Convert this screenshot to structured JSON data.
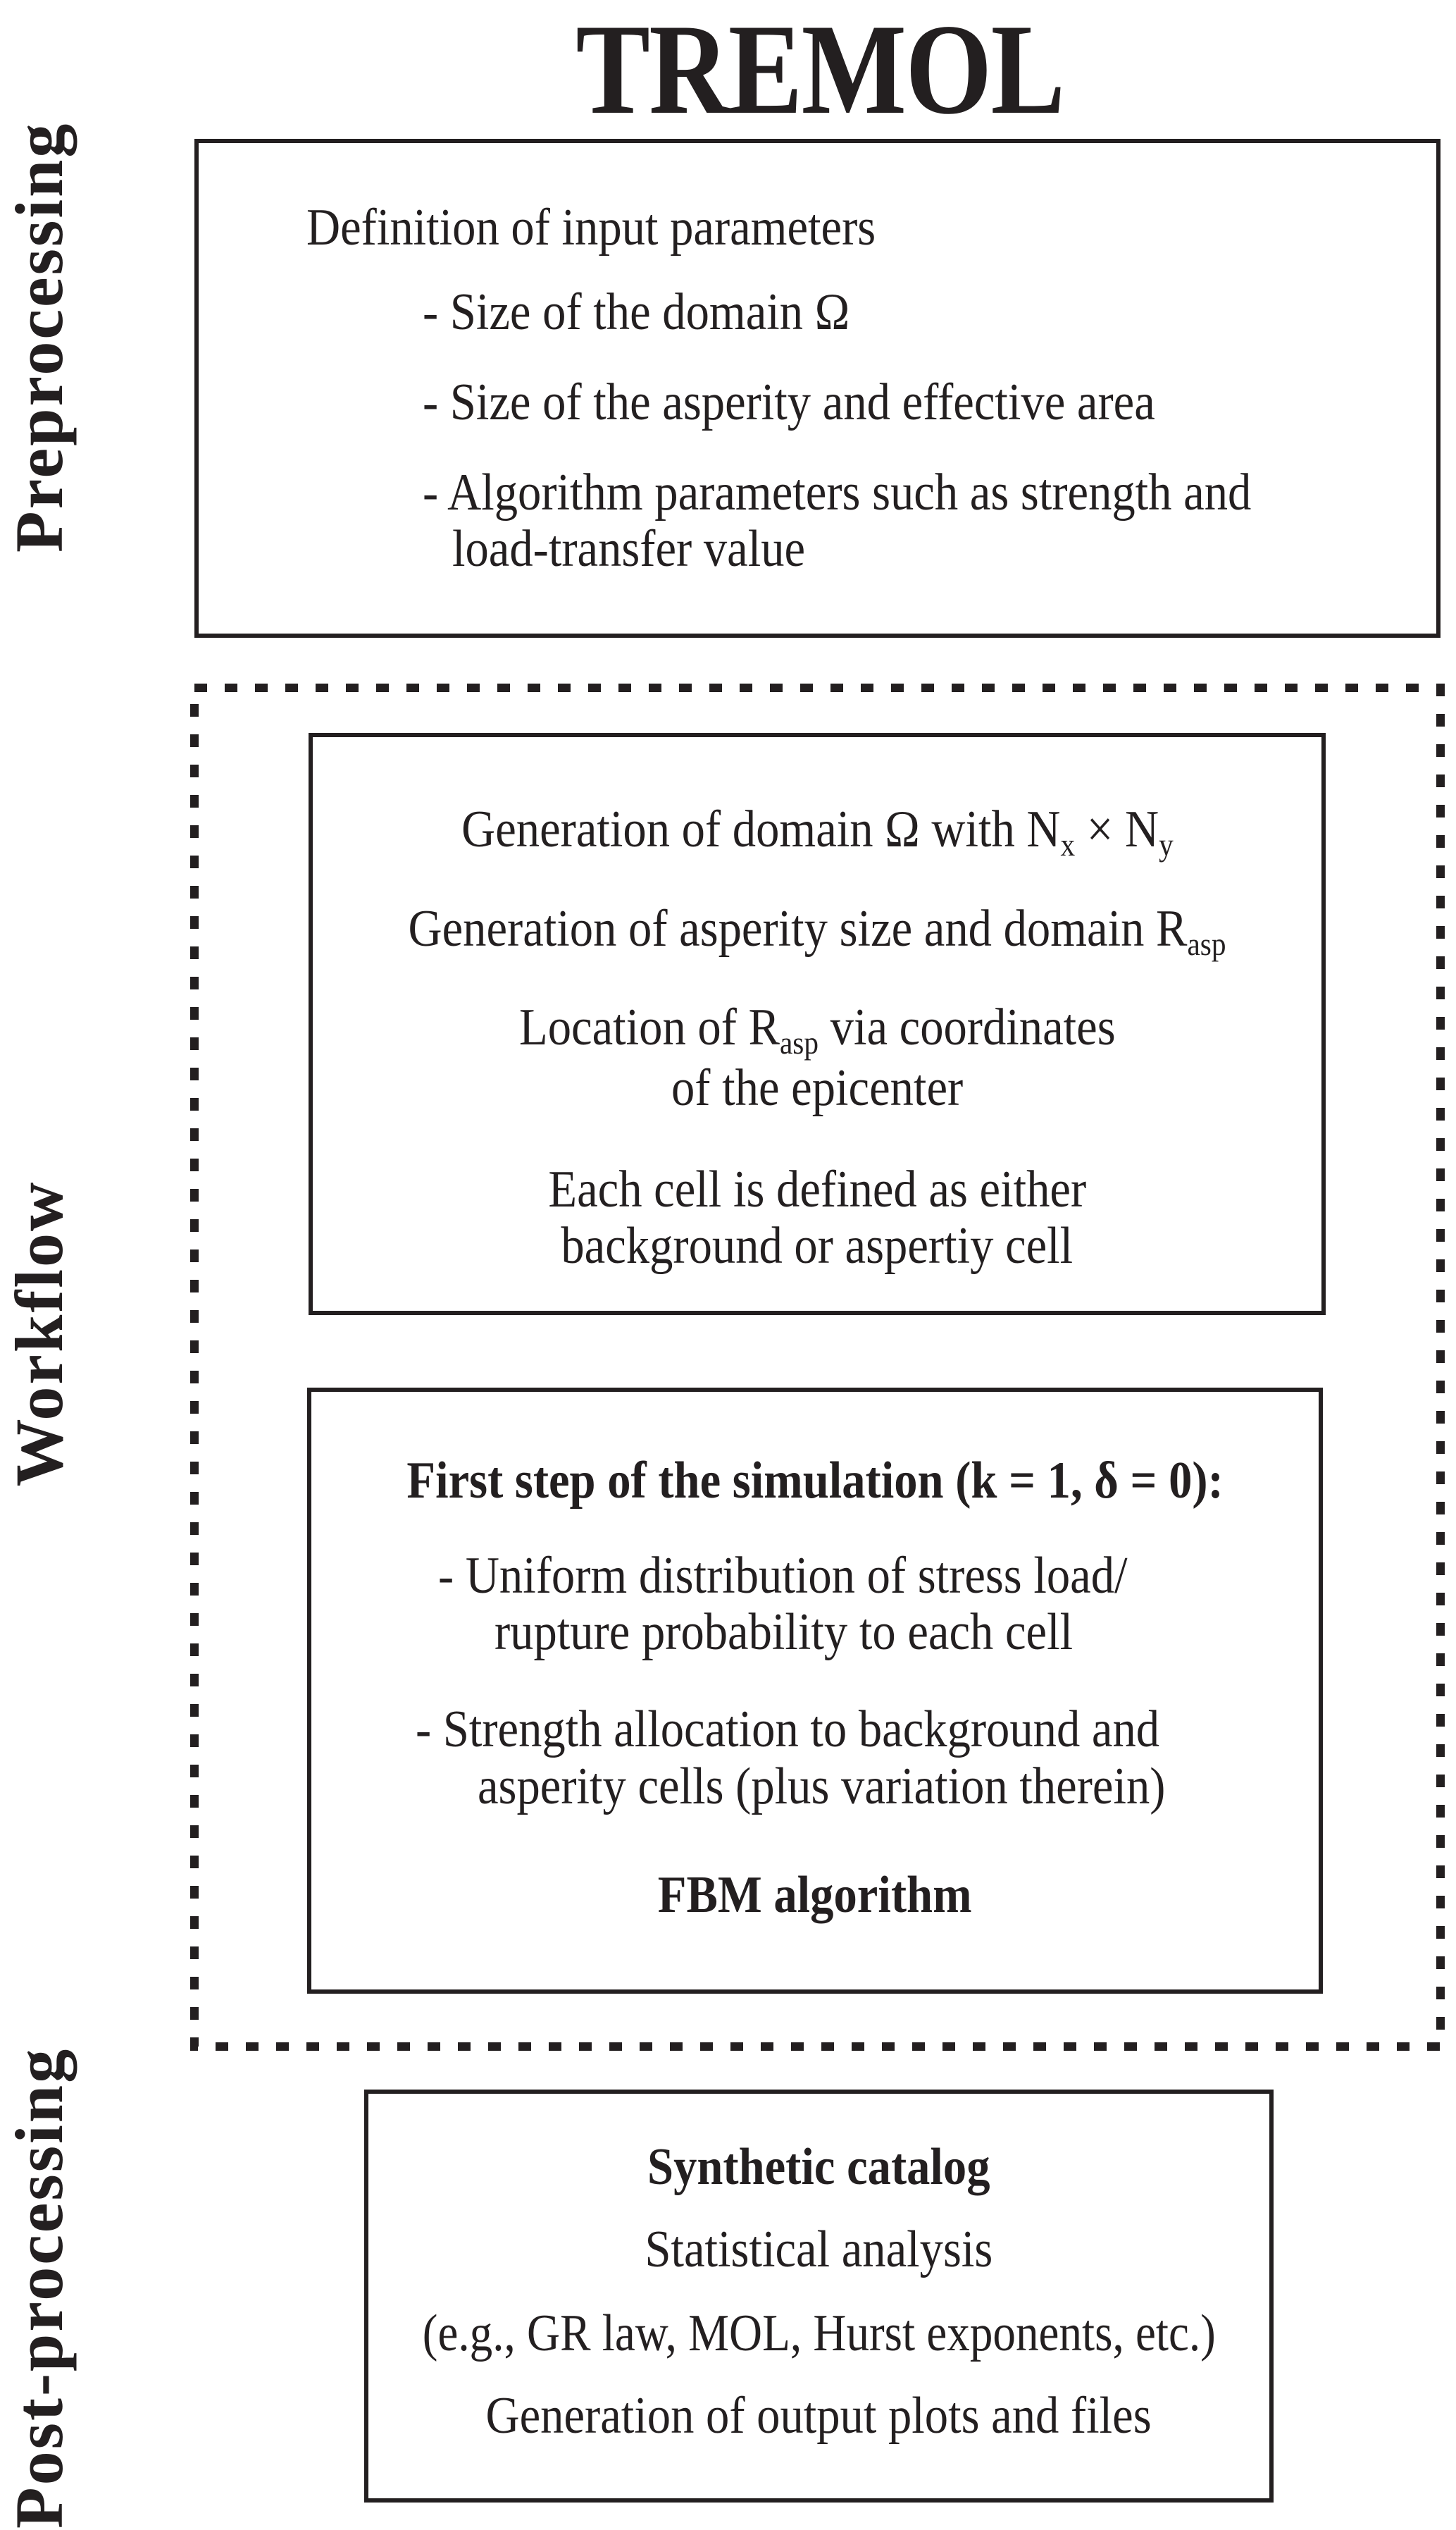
{
  "title": "TREMOL",
  "sections": {
    "preprocessing": {
      "label": "Preprocessing",
      "heading": "Definition of input parameters",
      "items": [
        "- Size of the domain Ω",
        "- Size of the asperity and effective area",
        "- Algorithm parameters such as strength and",
        "load-transfer value"
      ]
    },
    "workflow": {
      "label": "Workflow",
      "box1": {
        "line1_prefix": "Generation of domain Ω with N",
        "line1_sub_x": "x",
        "line1_times": " × N",
        "line1_sub_y": "y",
        "line2_prefix": "Generation of asperity size and domain R",
        "line2_sub": "asp",
        "line3_prefix": "Location of R",
        "line3_sub": "asp",
        "line3_suffix": " via coordinates",
        "line4": "of the epicenter",
        "line5": "Each cell is defined as either",
        "line6": "background or aspertiy cell"
      },
      "box2": {
        "heading": "First step of the simulation (k = 1, δ = 0):",
        "item1_line1": "- Uniform distribution of stress load/",
        "item1_line2": "rupture probability to each cell",
        "item2_line1": "- Strength allocation to background and",
        "item2_line2": "asperity cells (plus variation therein)",
        "footer": "FBM algorithm"
      }
    },
    "postprocessing": {
      "label": "Post-processing",
      "heading": "Synthetic catalog",
      "line1": "Statistical analysis",
      "line2": "(e.g., GR law, MOL, Hurst exponents, etc.)",
      "line3": "Generation of output plots and files"
    }
  },
  "colors": {
    "ink": "#231f20",
    "background": "#ffffff"
  }
}
